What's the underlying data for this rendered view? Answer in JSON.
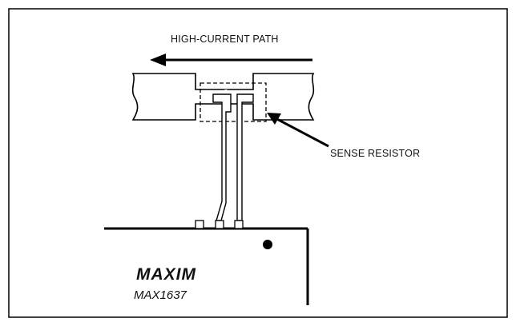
{
  "labels": {
    "current_path": "HIGH-CURRENT PATH",
    "sense_resistor": "SENSE RESISTOR",
    "logo": "MAXIM",
    "part_number": "MAX1637"
  }
}
